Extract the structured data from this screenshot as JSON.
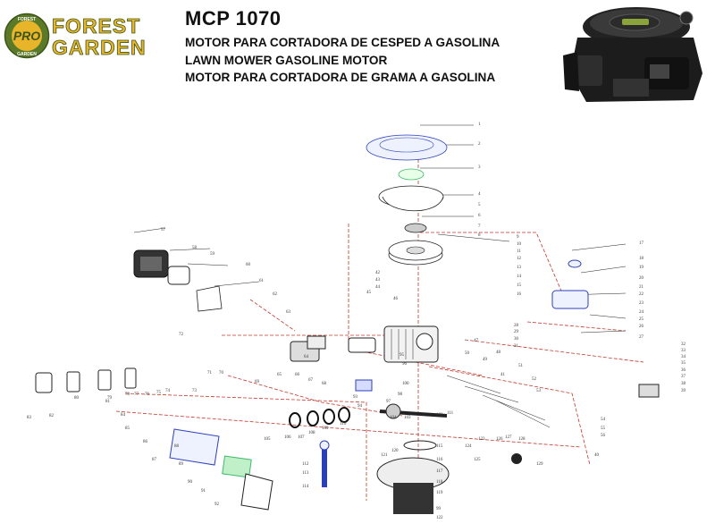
{
  "brand": {
    "pro": "PRO",
    "line1": "FOREST",
    "line2": "GARDEN",
    "ring_top": "FOREST",
    "ring_bottom": "GARDEN"
  },
  "header": {
    "model": "MCP 1070",
    "desc_es": "MOTOR PARA CORTADORA DE CESPED A GASOLINA",
    "desc_en": "LAWN MOWER GASOLINE MOTOR",
    "desc_pt": "MOTOR PARA CORTADORA DE GRAMA A GASOLINA"
  },
  "colors": {
    "brand_green": "#5a7a2a",
    "brand_yellow": "#e8b42a",
    "line": "#c0392b",
    "blue_part": "#2d3fb8",
    "green_part": "#3fb86b"
  },
  "parts": [
    {
      "n": "1"
    },
    {
      "n": "2"
    },
    {
      "n": "3"
    },
    {
      "n": "4"
    },
    {
      "n": "5"
    },
    {
      "n": "6"
    },
    {
      "n": "7"
    },
    {
      "n": "8"
    },
    {
      "n": "9"
    },
    {
      "n": "10"
    },
    {
      "n": "11"
    },
    {
      "n": "12"
    },
    {
      "n": "13"
    },
    {
      "n": "14"
    },
    {
      "n": "15"
    },
    {
      "n": "16"
    },
    {
      "n": "17"
    },
    {
      "n": "18"
    },
    {
      "n": "19"
    },
    {
      "n": "20"
    },
    {
      "n": "21"
    },
    {
      "n": "22"
    },
    {
      "n": "23"
    },
    {
      "n": "24"
    },
    {
      "n": "25"
    },
    {
      "n": "26"
    },
    {
      "n": "27"
    },
    {
      "n": "28"
    },
    {
      "n": "29"
    },
    {
      "n": "30"
    },
    {
      "n": "31"
    },
    {
      "n": "32"
    },
    {
      "n": "33"
    },
    {
      "n": "34"
    },
    {
      "n": "35"
    },
    {
      "n": "36"
    },
    {
      "n": "37"
    },
    {
      "n": "38"
    },
    {
      "n": "39"
    },
    {
      "n": "40"
    },
    {
      "n": "41"
    },
    {
      "n": "42"
    },
    {
      "n": "43"
    },
    {
      "n": "44"
    },
    {
      "n": "45"
    },
    {
      "n": "46"
    },
    {
      "n": "47"
    },
    {
      "n": "48"
    },
    {
      "n": "49"
    },
    {
      "n": "50"
    },
    {
      "n": "51"
    },
    {
      "n": "52"
    },
    {
      "n": "53"
    },
    {
      "n": "54"
    },
    {
      "n": "55"
    },
    {
      "n": "56"
    },
    {
      "n": "57"
    },
    {
      "n": "58"
    },
    {
      "n": "59"
    },
    {
      "n": "60"
    },
    {
      "n": "61"
    },
    {
      "n": "62"
    },
    {
      "n": "63"
    },
    {
      "n": "64"
    },
    {
      "n": "65"
    },
    {
      "n": "66"
    },
    {
      "n": "67"
    },
    {
      "n": "68"
    },
    {
      "n": "69"
    },
    {
      "n": "70"
    },
    {
      "n": "71"
    },
    {
      "n": "72"
    },
    {
      "n": "73"
    },
    {
      "n": "74"
    },
    {
      "n": "75"
    },
    {
      "n": "76"
    },
    {
      "n": "77"
    },
    {
      "n": "78"
    },
    {
      "n": "79"
    },
    {
      "n": "80"
    },
    {
      "n": "81"
    },
    {
      "n": "82"
    },
    {
      "n": "83"
    },
    {
      "n": "84"
    },
    {
      "n": "85"
    },
    {
      "n": "86"
    },
    {
      "n": "87"
    },
    {
      "n": "88"
    },
    {
      "n": "89"
    },
    {
      "n": "90"
    },
    {
      "n": "91"
    },
    {
      "n": "92"
    },
    {
      "n": "93"
    },
    {
      "n": "94"
    },
    {
      "n": "95"
    },
    {
      "n": "96"
    },
    {
      "n": "97"
    },
    {
      "n": "98"
    },
    {
      "n": "99"
    },
    {
      "n": "100"
    },
    {
      "n": "101"
    },
    {
      "n": "102"
    },
    {
      "n": "103"
    },
    {
      "n": "104"
    },
    {
      "n": "105"
    },
    {
      "n": "106"
    },
    {
      "n": "107"
    },
    {
      "n": "108"
    },
    {
      "n": "109"
    },
    {
      "n": "110"
    },
    {
      "n": "111"
    },
    {
      "n": "112"
    },
    {
      "n": "113"
    },
    {
      "n": "114"
    },
    {
      "n": "115"
    },
    {
      "n": "116"
    },
    {
      "n": "117"
    },
    {
      "n": "118"
    },
    {
      "n": "119"
    },
    {
      "n": "120"
    },
    {
      "n": "121"
    },
    {
      "n": "122"
    },
    {
      "n": "123"
    },
    {
      "n": "124"
    },
    {
      "n": "125"
    },
    {
      "n": "126"
    },
    {
      "n": "127"
    },
    {
      "n": "128"
    },
    {
      "n": "129"
    }
  ]
}
